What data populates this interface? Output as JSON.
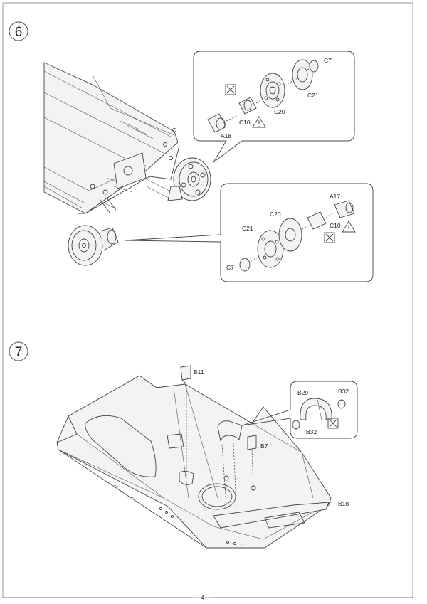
{
  "page": {
    "number": "4"
  },
  "steps": [
    {
      "number": "6",
      "callout_top": {
        "labels": {
          "c7": "C7",
          "c21": "C21",
          "c20": "C20",
          "c10": "C10",
          "a18": "A18"
        }
      },
      "callout_bottom": {
        "labels": {
          "a17": "A17",
          "c20": "C20",
          "c21": "C21",
          "c10": "C10",
          "c7": "C7"
        }
      }
    },
    {
      "number": "7",
      "labels": {
        "b11": "B11",
        "b7": "B7",
        "b18": "B18"
      },
      "callout": {
        "labels": {
          "b29": "B29",
          "b32_top": "B32",
          "b32_bottom": "B32"
        }
      }
    }
  ]
}
